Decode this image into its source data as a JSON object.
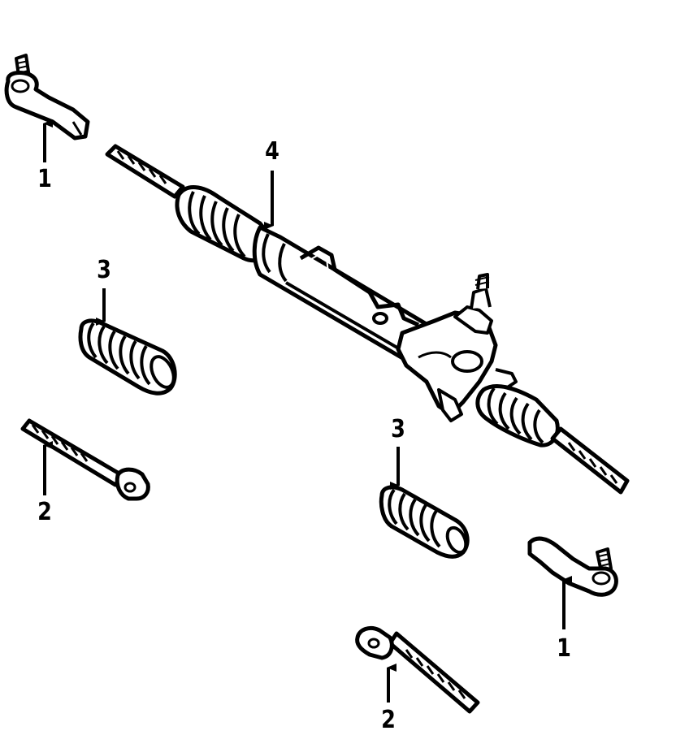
{
  "diagram": {
    "colors": {
      "ink": "#000000",
      "paper": "#ffffff"
    },
    "callouts": {
      "tie_rod_end_left": "1",
      "tie_rod_end_right": "1",
      "inner_tie_rod_left": "2",
      "inner_tie_rod_right": "2",
      "boot_left": "3",
      "boot_right": "3",
      "steering_gear": "4"
    }
  }
}
